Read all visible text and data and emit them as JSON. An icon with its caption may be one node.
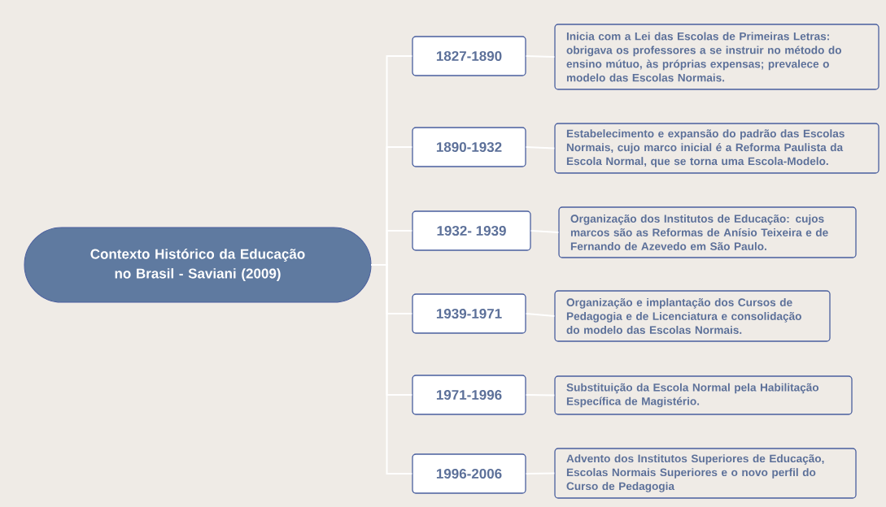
{
  "diagram": {
    "nodes": [
      {
        "text": [
          "Contexto Histórico da Educação no Brasil - Saviani (2009)"
        ]
      },
      {
        "text": [
          "1827-1890"
        ]
      },
      {
        "text": [
          "Inicia com a Lei das Escolas de Primeiras Letras: obrigava os professores a se instruir no método do ensino mútuo, às próprias expensas; prevalece o modelo das Escolas Normais."
        ]
      },
      {
        "text": [
          "1890-1932"
        ]
      },
      {
        "text": [
          "Estabelecimento e expansão do padrão das Escolas Normais, cujo marco inicial é a Reforma Paulista da Escola Normal, que se torna uma Escola-Modelo."
        ]
      },
      {
        "text": [
          "1932- 1939"
        ]
      },
      {
        "text": [
          "Organização dos Institutos de Educação: cujos marcos são as Reformas de Anísio Teixeira e de Fernando de Azevedo em São Paulo."
        ]
      },
      {
        "text": [
          "1939-1971"
        ]
      },
      {
        "text": [
          "Organização e implantação dos Cursos de Pedagogia e de Licenciatura e consolidação do modelo das Escolas Normais."
        ]
      },
      {
        "text": [
          "1971-1996"
        ]
      },
      {
        "text": [
          "Substituição da Escola Normal pela Habilitação Específica de Magistério."
        ]
      },
      {
        "text": [
          "1996-2006"
        ]
      },
      {
        "text": [
          "Advento dos Institutos Superiores de Educação, Escolas Normais Superiores e o novo perfil do Curso de Pedagogia"
        ]
      }
    ],
    "edges": [
      {
        "from": 0,
        "to": 1,
        "arrow": "none"
      },
      {
        "from": 0,
        "to": 3,
        "arrow": "none"
      },
      {
        "from": 0,
        "to": 5,
        "arrow": "none"
      },
      {
        "from": 0,
        "to": 7,
        "arrow": "none"
      },
      {
        "from": 0,
        "to": 9,
        "arrow": "none"
      },
      {
        "from": 0,
        "to": 11,
        "arrow": "none"
      },
      {
        "from": 1,
        "to": 2,
        "arrow": "none"
      },
      {
        "from": 3,
        "to": 4,
        "arrow": "none"
      },
      {
        "from": 5,
        "to": 6,
        "arrow": "none"
      },
      {
        "from": 7,
        "to": 8,
        "arrow": "none"
      },
      {
        "from": 9,
        "to": 10,
        "arrow": "none"
      },
      {
        "from": 11,
        "to": 12,
        "arrow": "none"
      }
    ]
  }
}
